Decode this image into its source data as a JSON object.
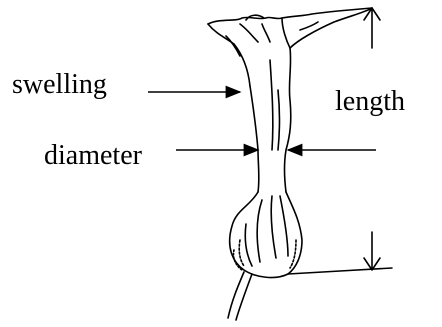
{
  "labels": {
    "swelling": "swelling",
    "length": "length",
    "diameter": "diameter"
  },
  "colors": {
    "ink": "#000000",
    "background": "#ffffff"
  }
}
